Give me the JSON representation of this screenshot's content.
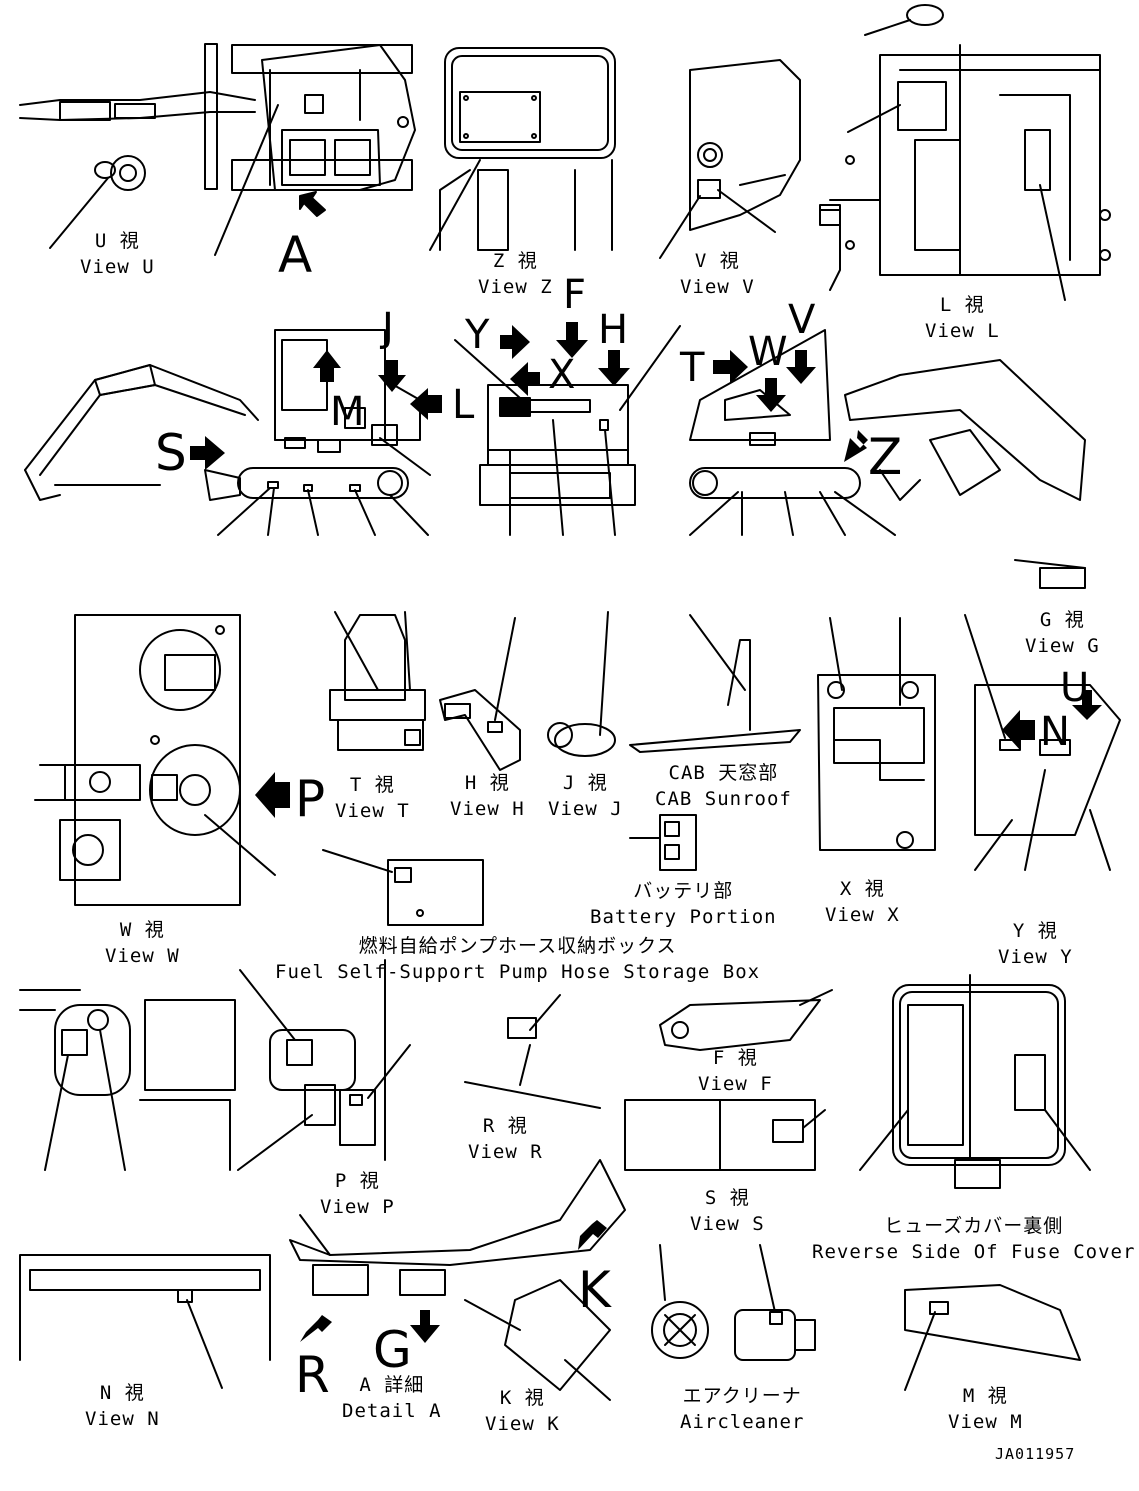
{
  "drawing_code": "JA011957",
  "views": {
    "U": {
      "ja": "U 視",
      "en": "View U"
    },
    "Z": {
      "ja": "Z 視",
      "en": "View Z"
    },
    "V": {
      "ja": "V 視",
      "en": "View V"
    },
    "L": {
      "ja": "L 視",
      "en": "View L"
    },
    "G": {
      "ja": "G 視",
      "en": "View G"
    },
    "T": {
      "ja": "T 視",
      "en": "View T"
    },
    "H": {
      "ja": "H 視",
      "en": "View H"
    },
    "J": {
      "ja": "J 視",
      "en": "View J"
    },
    "CAB": {
      "ja": "CAB 天窓部",
      "en": "CAB Sunroof"
    },
    "W": {
      "ja": "W 視",
      "en": "View W"
    },
    "X": {
      "ja": "X 視",
      "en": "View X"
    },
    "Y": {
      "ja": "Y 視",
      "en": "View Y"
    },
    "Battery": {
      "ja": "バッテリ部",
      "en": "Battery Portion"
    },
    "FuelBox": {
      "ja": "燃料自給ポンプホース収納ボックス",
      "en": "Fuel Self-Support Pump Hose Storage Box"
    },
    "F": {
      "ja": "F 視",
      "en": "View F"
    },
    "R": {
      "ja": "R 視",
      "en": "View R"
    },
    "P": {
      "ja": "P 視",
      "en": "View P"
    },
    "S": {
      "ja": "S 視",
      "en": "View S"
    },
    "Fuse": {
      "ja": "ヒューズカバー裏側",
      "en": "Reverse Side Of Fuse Cover"
    },
    "N": {
      "ja": "N 視",
      "en": "View N"
    },
    "A": {
      "ja": "A 詳細",
      "en": "Detail A"
    },
    "K": {
      "ja": "K 視",
      "en": "View K"
    },
    "Air": {
      "ja": "エアクリーナ",
      "en": "Aircleaner"
    },
    "M": {
      "ja": "M 視",
      "en": "View M"
    }
  },
  "callouts": {
    "A": "A",
    "S": "S",
    "J": "J",
    "M": "M",
    "L": "L",
    "Y": "Y",
    "F": "F",
    "H": "H",
    "X": "X",
    "T": "T",
    "W": "W",
    "V": "V",
    "Z": "Z",
    "P": "P",
    "N": "N",
    "U": "U",
    "R": "R",
    "G": "G",
    "K": "K"
  }
}
